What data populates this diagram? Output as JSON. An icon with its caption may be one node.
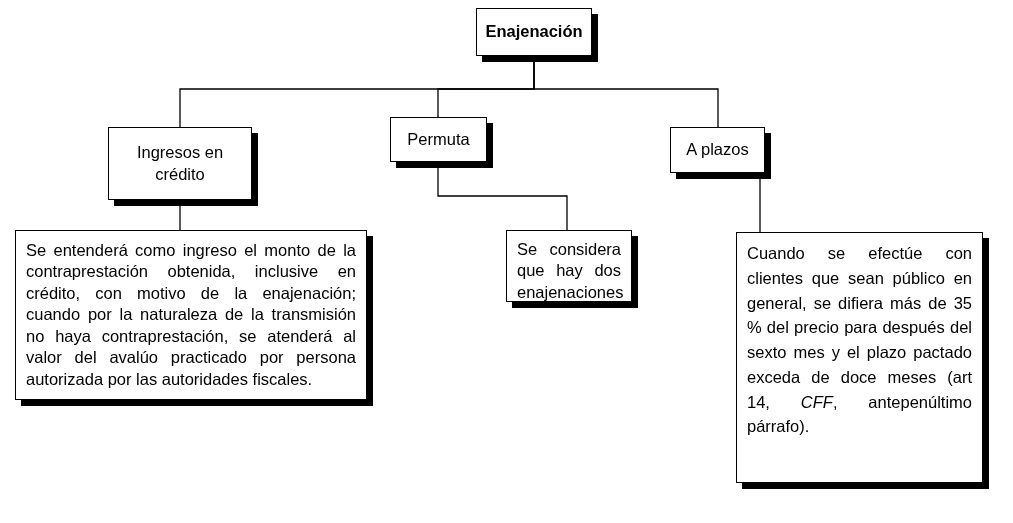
{
  "diagram": {
    "nodes": [
      {
        "text": [
          "Enajenación"
        ]
      },
      {
        "text": [
          "Ingresos en crédito"
        ]
      },
      {
        "text": [
          "Permuta"
        ]
      },
      {
        "text": [
          "A plazos"
        ]
      },
      {
        "text": [
          "Se entenderá como ingreso el monto de la contraprestación obtenida, inclusive en crédito, con motivo de la enajenación; cuando por la naturaleza de la transmisión no haya contraprestación, se atenderá al valor del avalúo practicado por persona autorizada por las autoridades fiscales."
        ]
      },
      {
        "text": [
          "Se considera que hay dos enajenaciones"
        ]
      },
      {
        "text": [
          "Cuando se efectúe con clientes que sean público en general, se difiera más de 35 % del precio para después del sexto mes y el plazo pactado exceda de doce meses (art 14, *CFF*, antepenúltimo párrafo)."
        ]
      }
    ],
    "edges": [
      {
        "from": 0,
        "to": 1,
        "arrow": "none"
      },
      {
        "from": 0,
        "to": 2,
        "arrow": "none"
      },
      {
        "from": 0,
        "to": 3,
        "arrow": "none"
      },
      {
        "from": 1,
        "to": 4,
        "arrow": "none"
      },
      {
        "from": 2,
        "to": 5,
        "arrow": "none"
      },
      {
        "from": 3,
        "to": 6,
        "arrow": "none"
      }
    ]
  }
}
